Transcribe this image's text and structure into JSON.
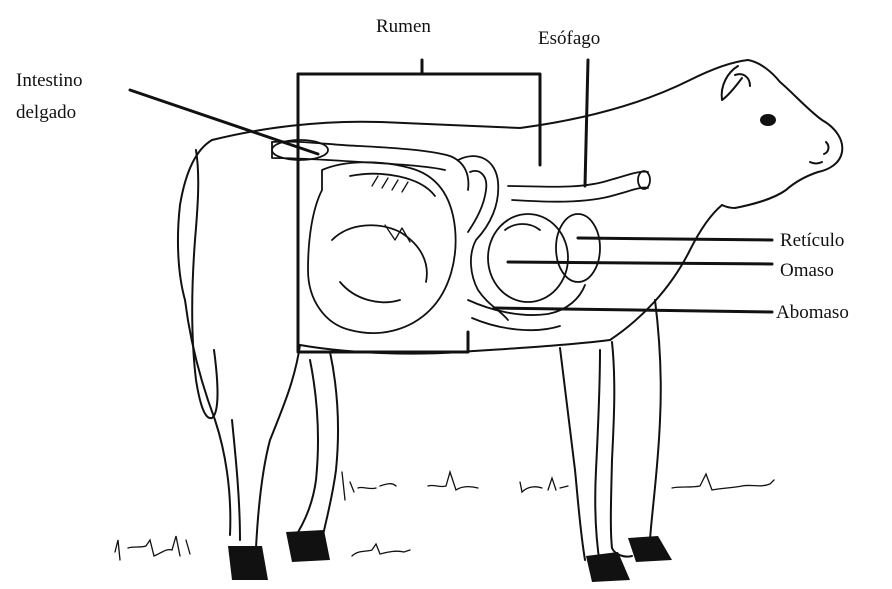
{
  "labels": {
    "rumen": "Rumen",
    "esofago": "Esófago",
    "intestino_1": "Intestino",
    "intestino_2": "delgado",
    "reticulo": "Retículo",
    "omaso": "Omaso",
    "abomaso": "Abomaso"
  }
}
